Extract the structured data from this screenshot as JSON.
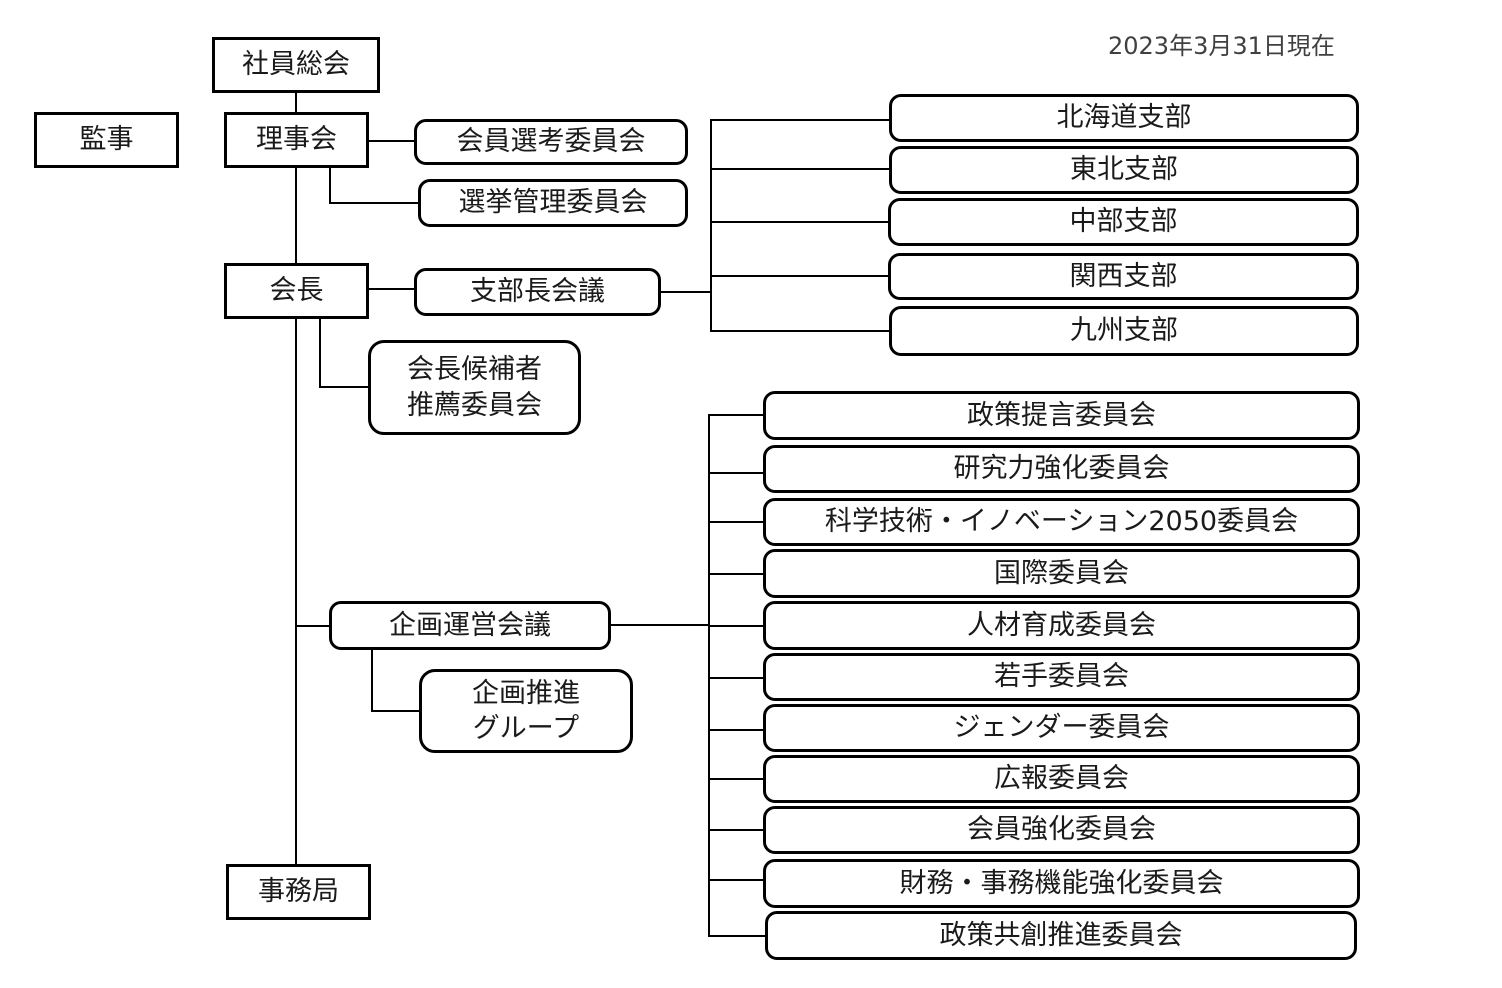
{
  "date_label": "2023年3月31日現在",
  "top": {
    "general_meeting": "社員総会",
    "auditor": "監事",
    "board": "理事会",
    "president": "会長",
    "secretariat": "事務局"
  },
  "board_committees": [
    "会員選考委員会",
    "選挙管理委員会"
  ],
  "branch_meeting": "支部長会議",
  "branches": [
    "北海道支部",
    "東北支部",
    "中部支部",
    "関西支部",
    "九州支部"
  ],
  "nomination_committee": [
    "会長候補者",
    "推薦委員会"
  ],
  "planning_meeting": "企画運営会議",
  "planning_group": [
    "企画推進",
    "グループ"
  ],
  "committees": [
    "政策提言委員会",
    "研究力強化委員会",
    "科学技術・イノベーション2050委員会",
    "国際委員会",
    "人材育成委員会",
    "若手委員会",
    "ジェンダー委員会",
    "広報委員会",
    "会員強化委員会",
    "財務・事務機能強化委員会",
    "政策共創推進委員会"
  ]
}
